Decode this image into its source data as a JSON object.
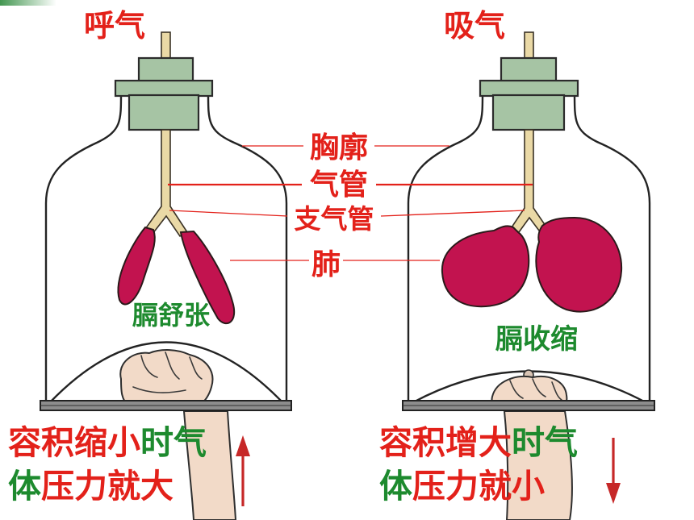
{
  "colors": {
    "red": "#e3211a",
    "green": "#1d8a2e",
    "lung": "#c2134f",
    "stopper": "#a6c4a4",
    "tube": "#ead9a6",
    "skin": "#f2dac8",
    "arrow": "#c62828",
    "decoration": "#2e8b3d"
  },
  "left_panel": {
    "title": "呼气",
    "diaphragm_label": "膈舒张",
    "caption_line1": [
      "容积缩小",
      "时气"
    ],
    "caption_line2": [
      "体",
      "压力就大"
    ],
    "arrow_direction": "up"
  },
  "right_panel": {
    "title": "吸气",
    "diaphragm_label": "膈收缩",
    "caption_line1": [
      "容积增大",
      "时气"
    ],
    "caption_line2": [
      "体",
      "压力就小"
    ],
    "arrow_direction": "down"
  },
  "labels": {
    "thorax": "胸廓",
    "trachea": "气管",
    "bronchi": "支气管",
    "lung": "肺"
  }
}
